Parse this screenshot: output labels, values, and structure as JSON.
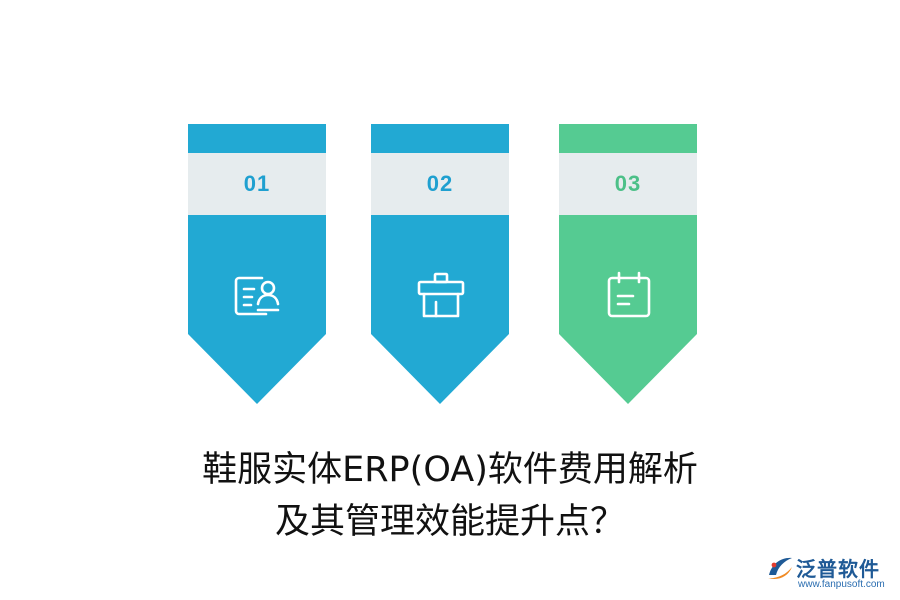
{
  "banners": [
    {
      "number": "01",
      "icon": "user-card-icon",
      "color": "#22a9d3",
      "text_color": "#1fa0d0"
    },
    {
      "number": "02",
      "icon": "gift-box-icon",
      "color": "#22a9d3",
      "text_color": "#1fa0d0"
    },
    {
      "number": "03",
      "icon": "calendar-icon",
      "color": "#55cb92",
      "text_color": "#4cc088"
    }
  ],
  "band_color": "#e6ecee",
  "title": {
    "line1": "鞋服实体ERP(OA)软件费用解析",
    "line2": "及其管理效能提升点？"
  },
  "logo": {
    "name": "泛普软件",
    "url": "www.fanpusoft.com"
  }
}
